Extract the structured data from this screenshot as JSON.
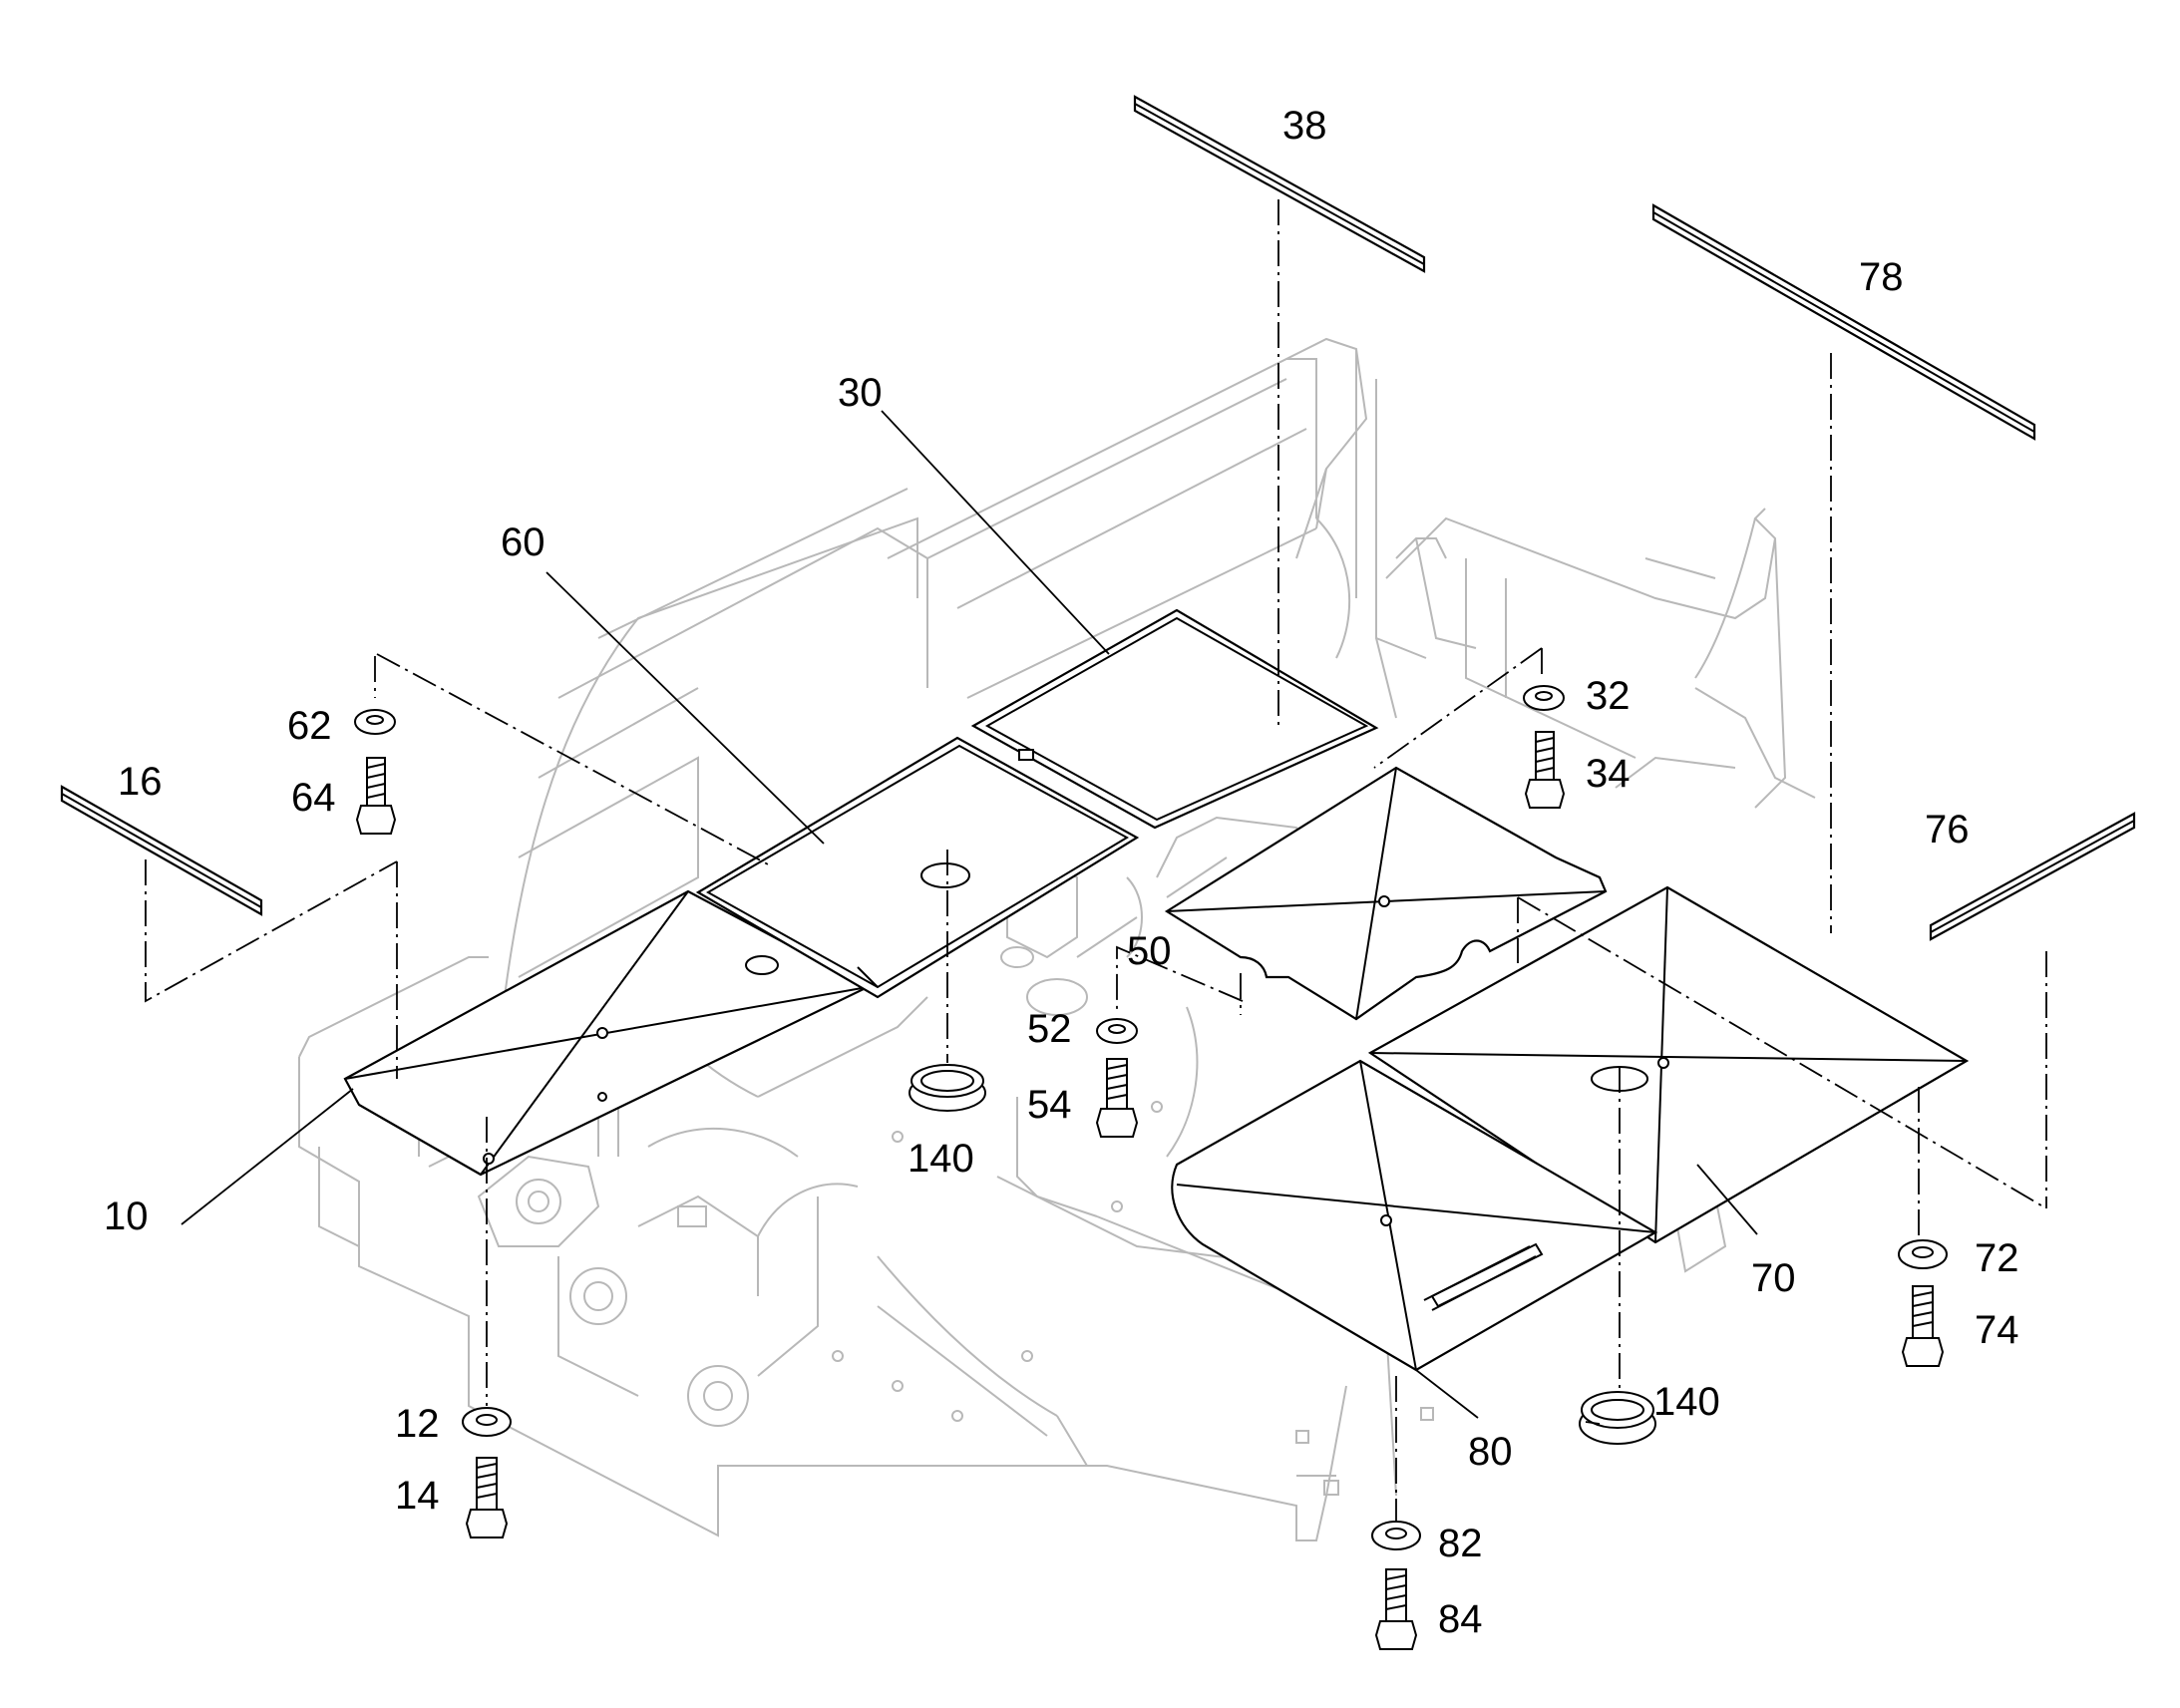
{
  "labels": {
    "l38": "38",
    "l78": "78",
    "l30": "30",
    "l60": "60",
    "l32": "32",
    "l34": "34",
    "l62": "62",
    "l64": "64",
    "l16": "16",
    "l76": "76",
    "l50": "50",
    "l52": "52",
    "l54": "54",
    "l140a": "140",
    "l140b": "140",
    "l10": "10",
    "l70": "70",
    "l72": "72",
    "l74": "74",
    "l80": "80",
    "l12": "12",
    "l14": "14",
    "l82": "82",
    "l84": "84"
  },
  "colors": {
    "line": "#000000",
    "frame": "#b8b8b8",
    "background": "#ffffff"
  }
}
